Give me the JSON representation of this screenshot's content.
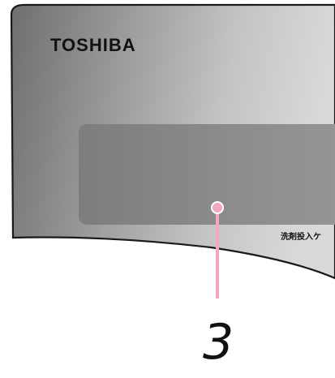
{
  "brand": {
    "logo_text": "TOSHIBA"
  },
  "panel": {
    "label_detergent": "洗剤投入ケ"
  },
  "callout": {
    "number": "3"
  },
  "colors": {
    "panel_light": "#d9d9d9",
    "panel_dark": "#6f6f6f",
    "display_window": "#8a8a8a",
    "callout_pink": "#f2a7c3",
    "text": "#111111"
  }
}
